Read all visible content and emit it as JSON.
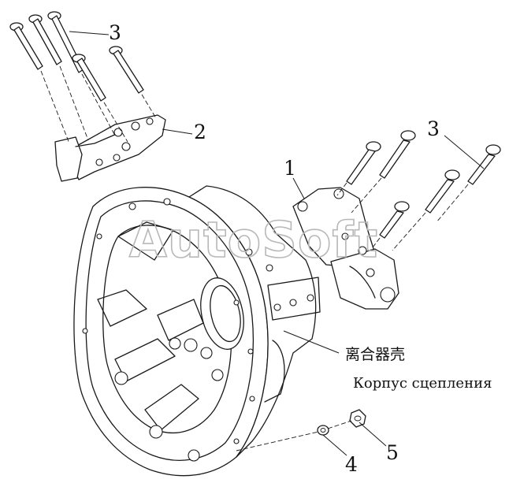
{
  "callouts": {
    "part_1": "1",
    "part_2": "2",
    "part_3_left": "3",
    "part_3_right": "3",
    "part_4": "4",
    "part_5": "5"
  },
  "caption": {
    "chinese": "离合器壳",
    "russian": "Корпус сцепления"
  },
  "watermark": "AutoSoft"
}
